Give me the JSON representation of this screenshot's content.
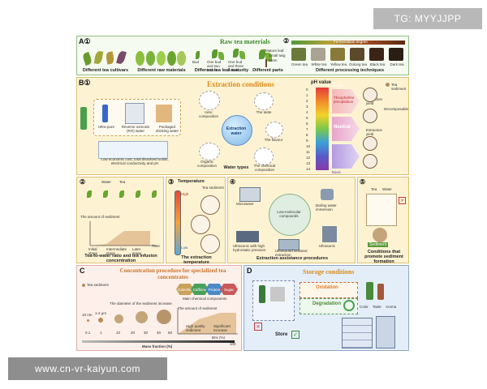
{
  "overlay": {
    "top_right": "TG: MYYJJPP",
    "bottom_left": "www.cn-vr-kaiyun.com"
  },
  "panel_a": {
    "label_1": "A①",
    "label_2": "②",
    "title": "Raw tea materials",
    "captions": [
      "Different tea cultivars",
      "Different raw materials",
      "Different tea leaf maturity",
      "Different parts",
      "Different processing techniques"
    ],
    "maturity_labels": [
      "Bud",
      "One bud and two leaves",
      "One bud and three leaves"
    ],
    "parts_labels": [
      "Mature leaf",
      "Small twig",
      "Stem"
    ],
    "fermentation_label": "Fermentation degree",
    "tea_types": [
      "Green tea",
      "White tea",
      "Yellow tea",
      "Oolong tea",
      "Black tea",
      "Dark tea"
    ]
  },
  "panel_b1": {
    "label": "B①",
    "title": "Extraction conditions",
    "water_items": [
      "Ultra-pure",
      "Reverse osmosis (RO) water",
      "Packaged drinking water"
    ],
    "water_note": "Low economic cost, total dissolved solids, electrical conductivity and pH",
    "center": "Extraction water",
    "center_caption": "Water types",
    "bubbles": [
      "Ionic composition",
      "The taste",
      "The flavour",
      "Organic composition",
      "The chemical composition"
    ],
    "ph_title": "pH value",
    "ph_scale": [
      "0",
      "1",
      "2",
      "3",
      "4",
      "5",
      "6",
      "7",
      "8",
      "9",
      "10",
      "11",
      "12",
      "13",
      "14"
    ],
    "ph_zones": [
      "Acidic",
      "Neutral",
      "Basic"
    ],
    "ph_words": [
      "Theophylline precipitation",
      "Extraction yield",
      "Extraction yield"
    ],
    "sediment_legend": "Tea sediment",
    "sediment_word": "Decomposable"
  },
  "panel_b2": {
    "label": "②",
    "legend": [
      "Water",
      "Tea"
    ],
    "y_label": "The amount of sediment",
    "stages": [
      "Initial stage",
      "Intermediate stage",
      "Later stage"
    ],
    "x_label": "Time",
    "caption": "Tea-to-water ratio and tea infusion concentration"
  },
  "panel_b3": {
    "label": "③",
    "title": "Temperature",
    "legend": [
      "Tea sediment"
    ],
    "tags": [
      "High",
      "Low"
    ],
    "caption": "The extraction temperature"
  },
  "panel_b4": {
    "label": "④",
    "items": [
      "Microwave",
      "Boiling water immersion",
      "Ultrasonic with high hydrostatic pressure",
      "Ultrasound assisted extraction",
      "Ultrasonic"
    ],
    "center_note": "Low-molecular compounds",
    "caption": "Extraction assistance procedures"
  },
  "panel_b5": {
    "label": "⑤",
    "legend": [
      "Tea",
      "Water"
    ],
    "sediment_tag": "Sediment",
    "caption": "Conditions that promote sediment formation"
  },
  "panel_c": {
    "label": "C",
    "title": "Concentration procedure for specialized tea concentrates",
    "legend": "Tea sediment",
    "hexes": [
      "Catechin",
      "Caffeine",
      "Protein",
      "Sugar"
    ],
    "main_components": "Main chemical components",
    "diameter_note": "The diameter of the sediment increase",
    "sediment_amount": "The amount of sediment",
    "chart_notes": [
      "High quality sediment",
      "Significant increase"
    ],
    "x_ticks": [
      "0.1",
      "1",
      "10",
      "20",
      "30",
      "40",
      "50"
    ],
    "size_labels": [
      "10 nm",
      "1-2 μm"
    ],
    "brix": "Brix (%)",
    "axis_end": "100",
    "axis_caption": "Mass fraction (%)"
  },
  "panel_d": {
    "label": "D",
    "title": "Storage conditions",
    "steps": [
      "Oxidation",
      "Degradation"
    ],
    "store_label": "Store",
    "bubbles": [
      "Color",
      "Taste",
      "Aroma"
    ]
  }
}
